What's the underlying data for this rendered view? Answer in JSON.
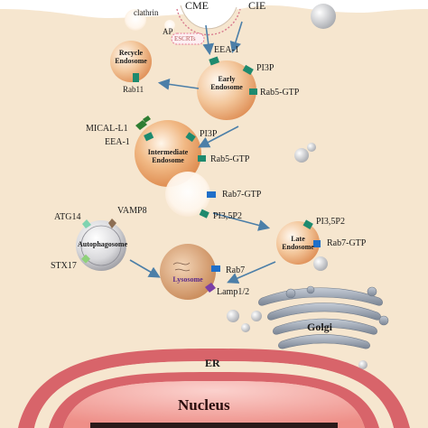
{
  "labels": {
    "cme": "CME",
    "cie": "CIE",
    "clathrin": "clathrin",
    "ap": "AP",
    "escrt": "ESCRTs",
    "eea1_top": "EEA-1",
    "pi3p_top": "PI3P",
    "rab5gtp_top": "Rab5-GTP",
    "recycle_endosome": "Recycle Endosome",
    "rab11": "Rab11",
    "early_endosome": "Early Endosome",
    "mical_l1": "MICAL-L1",
    "eea1_mid": "EEA-1",
    "pi3p_mid": "PI3P",
    "rab5gtp_mid": "Rab5-GTP",
    "intermediate_endosome": "Intermediate Endosome",
    "rab7gtp_mid": "Rab7-GTP",
    "pi35p2_mid": "PI3,5P2",
    "pi35p2_late": "PI3,5P2",
    "late_endosome": "Late Endosome",
    "rab7gtp_late": "Rab7-GTP",
    "atg14": "ATG14",
    "vamp8": "VAMP8",
    "autophagosome": "Autophagosome",
    "stx17": "STX17",
    "lysosome": "Lysosome",
    "rab7": "Rab7",
    "lamp12": "Lamp1/2",
    "golgi": "Golgi",
    "er": "ER",
    "nucleus": "Nucleus"
  },
  "colors": {
    "cytoplasm": "#f6e6cf",
    "endosome": "#e9a26b",
    "endosome_highlight": "#fff7ee",
    "marker_green": "#1e8a6e",
    "marker_blue": "#1f6fc9",
    "lamp_purple": "#7b3fa6",
    "mical_green": "#2e7d32",
    "atg14_green": "#7fd3b0",
    "vamp8_brown": "#8d6e53",
    "stx17_green": "#8fd17a",
    "nucleus": "#f4a9a3",
    "er": "#d8646a",
    "arrow": "#4c7fa8",
    "golgi": "#8e99a8"
  }
}
